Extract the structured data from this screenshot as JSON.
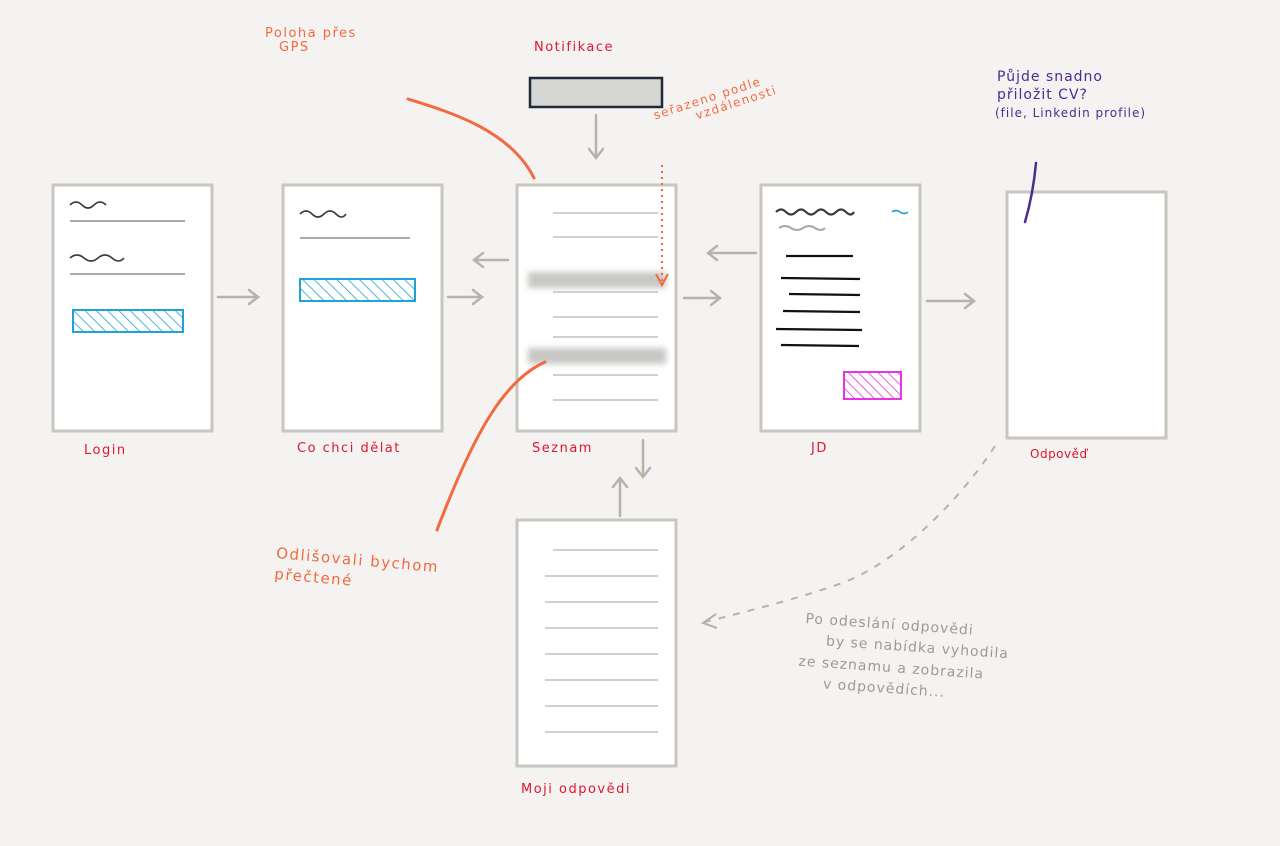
{
  "screens": {
    "login": "Login",
    "co_chci_delat": "Co chci dělat",
    "seznam": "Seznam",
    "jd": "JD",
    "odpoved": "Odpověď",
    "moje_odpovedi": "Moji odpovědi"
  },
  "notifikace": "Notifikace",
  "annotations": {
    "poloha": [
      "Poloha přes",
      "GPS"
    ],
    "serazeno": [
      "seřazeno podle",
      "vzdálenosti"
    ],
    "cv": [
      "Půjde snadno",
      "přiložit CV?",
      "(file, Linkedin profile)"
    ],
    "odlisovali": [
      "Odlišovali bychom",
      "přečtené"
    ],
    "po_odeslani": [
      "Po odeslání odpovědi",
      "by se nabídka vyhodila",
      "ze seznamu a zobrazila",
      "v odpovědích..."
    ]
  },
  "colors": {
    "red": "#e0162f",
    "orange": "#f36a3f",
    "purple": "#4b2c8f",
    "cyan": "#1fa3d6",
    "magenta": "#e535e0",
    "arrow": "#b8b3aa",
    "frame": "#c9c6c0"
  }
}
